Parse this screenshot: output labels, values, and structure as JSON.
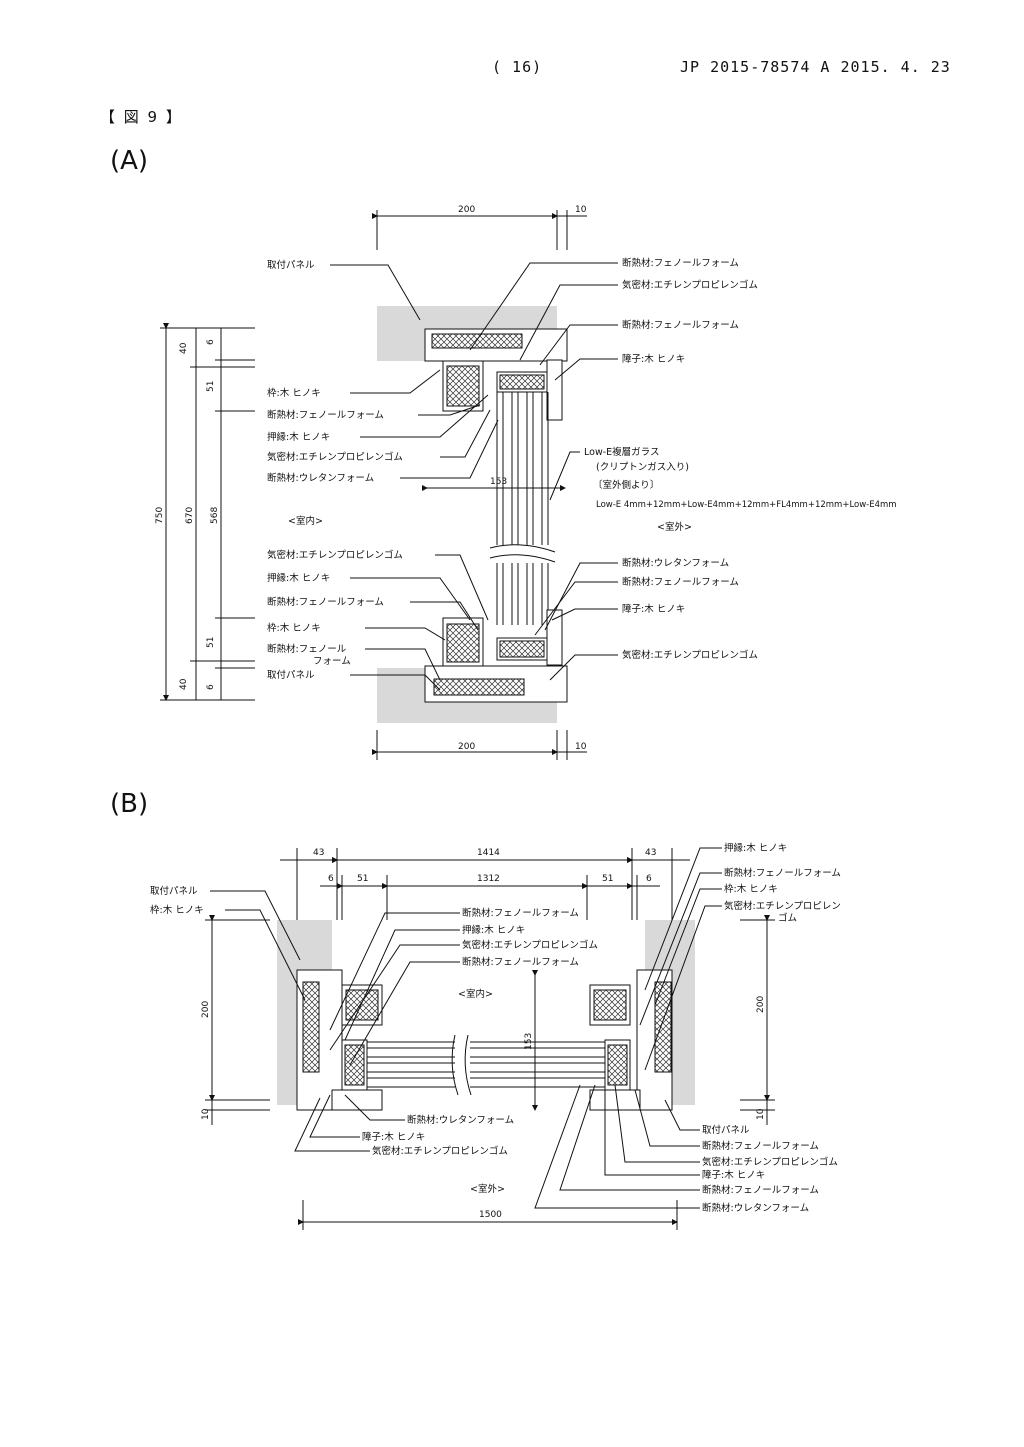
{
  "header": {
    "page": "( 16)",
    "pub": "JP 2015-78574 A 2015. 4. 23"
  },
  "figure": {
    "label": "【 図 9 】"
  },
  "panelA": {
    "label": "(A)",
    "dims": {
      "top_200": "200",
      "top_10": "10",
      "bot_200": "200",
      "bot_10": "10",
      "v750": "750",
      "v670": "670",
      "v568": "568",
      "v40a": "40",
      "v6a": "6",
      "v51a": "51",
      "v51b": "51",
      "v40b": "40",
      "v6b": "6",
      "d153": "153"
    },
    "left_labels": [
      "取付パネル",
      "枠:木 ヒノキ",
      "断熱材:フェノールフォーム",
      "押縁:木 ヒノキ",
      "気密材:エチレンプロピレンゴム",
      "断熱材:ウレタンフォーム",
      "<室内>",
      "気密材:エチレンプロピレンゴム",
      "押縁:木 ヒノキ",
      "断熱材:フェノールフォーム",
      "枠:木 ヒノキ",
      "断熱材:フェノール",
      "フォーム",
      "取付パネル"
    ],
    "right_labels": [
      "断熱材:フェノールフォーム",
      "気密材:エチレンプロピレンゴム",
      "断熱材:フェノールフォーム",
      "障子:木 ヒノキ",
      "Low-E複層ガラス",
      "(クリプトンガス入り)",
      "〔室外側より〕",
      "Low-E 4mm+12mm+Low-E4mm+12mm+FL4mm+12mm+Low-E4mm",
      "<室外>",
      "断熱材:ウレタンフォーム",
      "断熱材:フェノールフォーム",
      "障子:木 ヒノキ",
      "気密材:エチレンプロピレンゴム"
    ]
  },
  "panelB": {
    "label": "(B)",
    "dims": {
      "d43a": "43",
      "d1414": "1414",
      "d43b": "43",
      "d6a": "6",
      "d51a": "51",
      "d1312": "1312",
      "d51b": "51",
      "d6b": "6",
      "v200a": "200",
      "v10a": "10",
      "v200b": "200",
      "v10b": "10",
      "d153": "153",
      "d1500": "1500"
    },
    "labels": [
      "取付パネル",
      "枠:木 ヒノキ",
      "断熱材:フェノールフォーム",
      "押縁:木 ヒノキ",
      "気密材:エチレンプロピレンゴム",
      "断熱材:フェノールフォーム",
      "<室内>",
      "押縁:木 ヒノキ",
      "断熱材:フェノールフォーム",
      "枠:木 ヒノキ",
      "気密材:エチレンプロピレン",
      "ゴム",
      "断熱材:ウレタンフォーム",
      "障子:木 ヒノキ",
      "気密材:エチレンプロピレンゴム",
      "<室外>",
      "取付パネル",
      "断熱材:フェノールフォーム",
      "気密材:エチレンプロピレンゴム",
      "障子:木 ヒノキ",
      "断熱材:フェノールフォーム",
      "断熱材:ウレタンフォーム"
    ]
  }
}
